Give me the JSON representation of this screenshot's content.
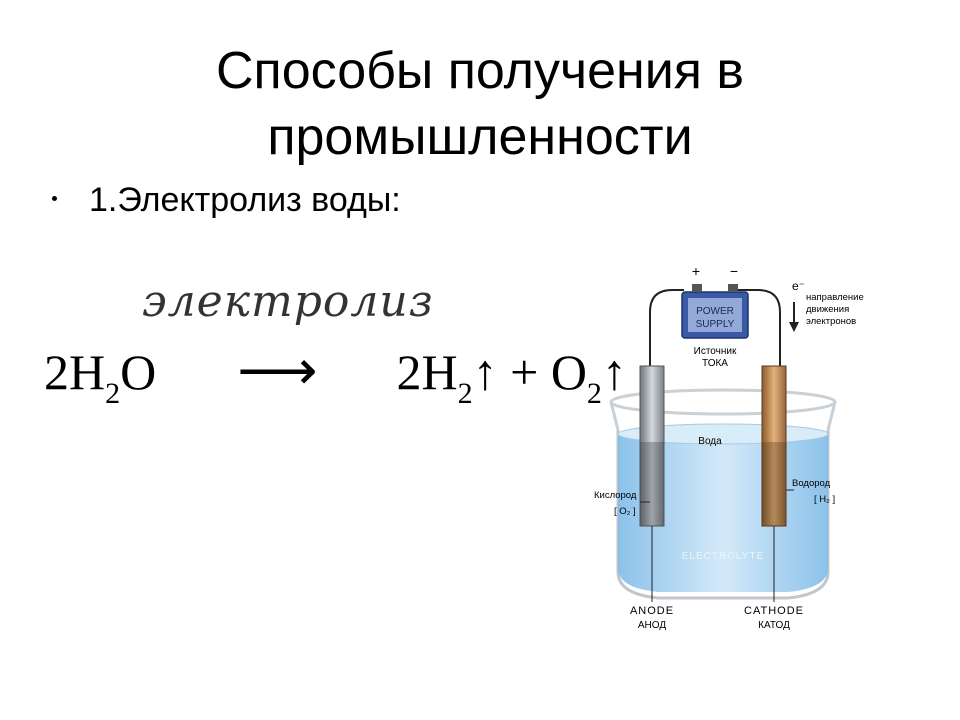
{
  "title": {
    "line1": "Способы получения в",
    "line2": "промышленности"
  },
  "bullet": {
    "text": "1.Электролиз воды:"
  },
  "equation": {
    "label": "электролиз",
    "reactant_coef": "2H",
    "reactant_sub": "2",
    "reactant_tail": "O",
    "arrow": "⟶",
    "product1_coef": "2H",
    "product1_sub": "2",
    "up1": "↑",
    "plus": "+",
    "product2_coef": "O",
    "product2_sub": "2",
    "up2": "↑"
  },
  "diagram": {
    "plus_sign": "+",
    "minus_sign": "−",
    "electron": "e⁻",
    "power_line1": "POWER",
    "power_line2": "SUPPLY",
    "source_line1": "Источник",
    "source_line2": "ТОКА",
    "direction_line1": "направление",
    "direction_line2": "движения",
    "direction_line3": "электронов",
    "water": "Вода",
    "oxygen_line1": "Кислород",
    "oxygen_line2": "[ O₂ ]",
    "hydrogen_line1": "Водород",
    "hydrogen_line2": "[ H₂ ]",
    "electrolyte": "ELECTROLYTE",
    "anode_en": "ANODE",
    "anode_ru": "АНОД",
    "cathode_en": "CATHODE",
    "cathode_ru": "КАТОД",
    "colors": {
      "water": "#a9d2f0",
      "water_deep": "#6fb3e6",
      "anode": "#8f959b",
      "cathode": "#b07a45",
      "battery": "#3a5aa6"
    }
  }
}
